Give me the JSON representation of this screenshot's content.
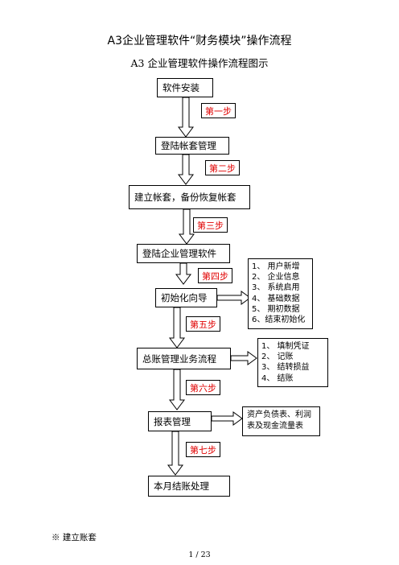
{
  "title": "A3企业管理软件“财务模块”操作流程",
  "subtitle": "A3 企业管理软件操作流程图示",
  "flow": {
    "steps": [
      {
        "label": "软件安装"
      },
      {
        "label": "登陆帐套管理"
      },
      {
        "label": "建立帐套，备份恢复帐套"
      },
      {
        "label": "登陆企业管理软件"
      },
      {
        "label": "初始化向导"
      },
      {
        "label": "总账管理业务流程"
      },
      {
        "label": "报表管理"
      },
      {
        "label": "本月结账处理"
      }
    ],
    "step_tags": [
      "第一步",
      "第二步",
      "第三步",
      "第四步",
      "第五步",
      "第六步",
      "第七步"
    ],
    "init_items": [
      "1、 用户新增",
      "2、 企业信息",
      "3、 系统启用",
      "4、 基础数据",
      "5、 期初数据",
      "6、结束初始化"
    ],
    "ledger_items": [
      "1、 填制凭证",
      "2、 记账",
      "3、 结转损益",
      "4、  结账"
    ],
    "report_note": "资产负债表、利润表及现金流量表"
  },
  "footnote": "※  建立账套",
  "page_number": "1 / 23",
  "colors": {
    "step_tag_text": "#e00000",
    "arrow_fill": "#ffffff",
    "border": "#000000"
  }
}
